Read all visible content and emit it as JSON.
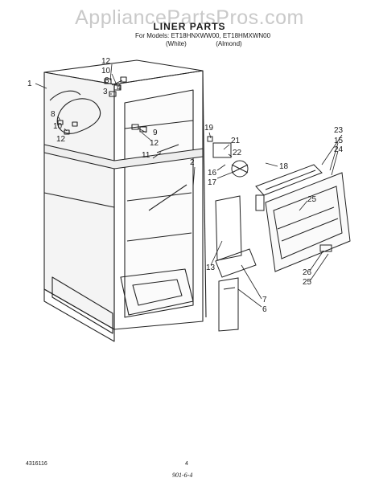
{
  "watermark": "AppliancePartsPros.com",
  "title": "LINER PARTS",
  "models": {
    "line1": "For Models: ET18HNXWW00, ET18HMXWN00",
    "white": "(White)",
    "almond": "(Almond)"
  },
  "callouts": {
    "c1": "1",
    "c12a": "12",
    "c10a": "10",
    "c8a": "8",
    "c4a": "4",
    "c3a": "3",
    "c8b": "8",
    "c10b": "10",
    "c12b": "12",
    "c9": "9",
    "c12c": "12",
    "c11": "11",
    "c2": "2",
    "c19": "19",
    "c21": "21",
    "c22": "22",
    "c16": "16",
    "c17": "17",
    "c18": "18",
    "c23": "23",
    "c15": "15",
    "c24": "24",
    "c25a": "25",
    "c13": "13",
    "c26": "26",
    "c25b": "25",
    "c7": "7",
    "c6": "6"
  },
  "footer": {
    "doc_number": "4316116",
    "page_number": "4",
    "date": "901-6-4"
  }
}
